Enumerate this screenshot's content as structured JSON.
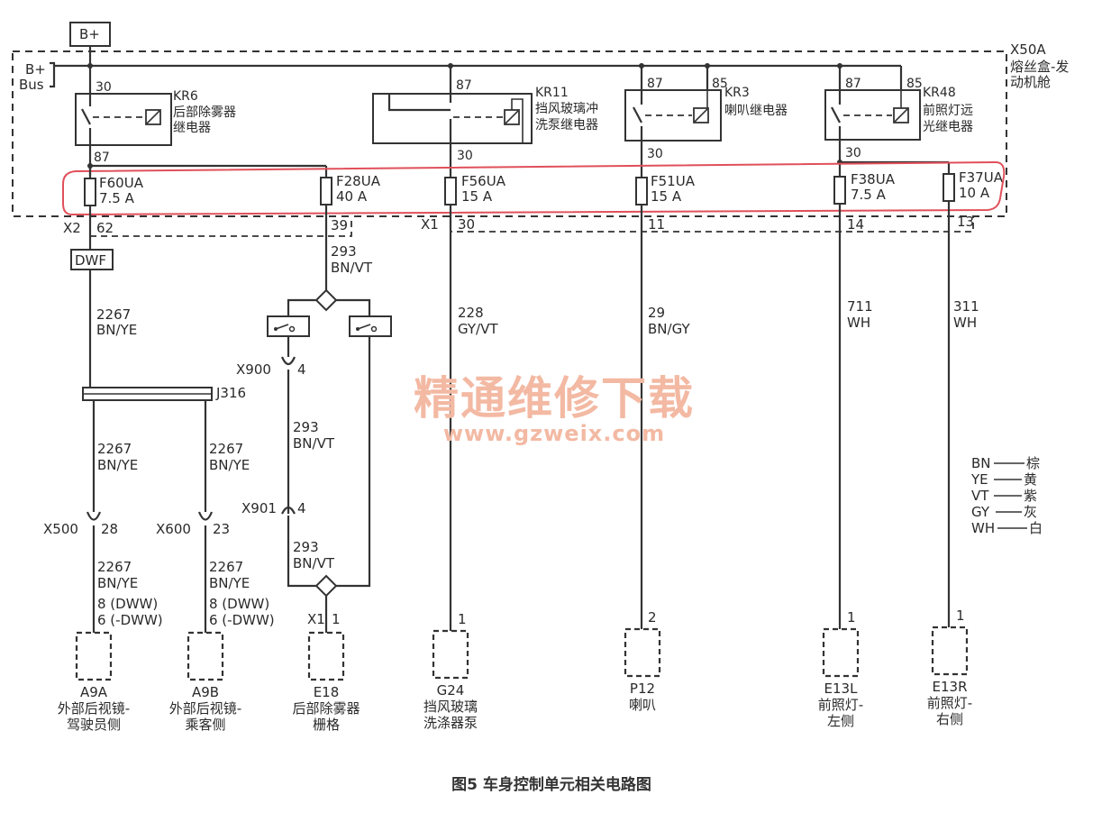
{
  "supply": {
    "bplus": "B+",
    "bus_bplus": "B+",
    "bus": "Bus"
  },
  "fusebox": {
    "id": "X50A",
    "name_line1": "熔丝盒-发",
    "name_line2": "动机舱"
  },
  "relays": [
    {
      "id": "KR6",
      "name_line1": "后部除雾器",
      "name_line2": "继电器",
      "pin_in": "30",
      "pin_out": "87"
    },
    {
      "id": "KR11",
      "name_line1": "挡风玻璃冲",
      "name_line2": "洗泵继电器",
      "pin_in": "87",
      "pin_out": "30"
    },
    {
      "id": "KR3",
      "name_line1": "喇叭继电器",
      "name_line2": "",
      "pin_in": "87",
      "pin_coil": "85",
      "pin_out": "30"
    },
    {
      "id": "KR48",
      "name_line1": "前照灯远",
      "name_line2": "光继电器",
      "pin_in": "87",
      "pin_coil": "85",
      "pin_out": "30"
    }
  ],
  "fuses": [
    {
      "id": "F60UA",
      "rating": "7.5 A"
    },
    {
      "id": "F28UA",
      "rating": "40 A"
    },
    {
      "id": "F56UA",
      "rating": "15 A"
    },
    {
      "id": "F51UA",
      "rating": "15 A"
    },
    {
      "id": "F38UA",
      "rating": "7.5 A"
    },
    {
      "id": "F37UA",
      "rating": "10 A"
    }
  ],
  "connectors": {
    "x2": "X2",
    "x2_pin": "62",
    "x1_top": "X1",
    "pins_top": [
      "39",
      "30",
      "11",
      "14",
      "13"
    ],
    "dwf": "DWF",
    "x900": "X900",
    "x900_pin": "4",
    "x901": "X901",
    "x901_pin": "4",
    "x500": "X500",
    "x500_pin": "28",
    "x600": "X600",
    "x600_pin": "23",
    "x1_bottom": "X1",
    "x1_bottom_pin": "1",
    "j316": "J316"
  },
  "wires": {
    "w2267_num": "2267",
    "w2267_color": "BN/YE",
    "w293_num": "293",
    "w293_color": "BN/VT",
    "w228_num": "228",
    "w228_color": "GY/VT",
    "w29_num": "29",
    "w29_color": "BN/GY",
    "w711_num": "711",
    "w711_color": "WH",
    "w311_num": "311",
    "w311_color": "WH",
    "a9_pins_line1": "8 (DWW)",
    "a9_pins_line2": "6 (-DWW)"
  },
  "components": [
    {
      "id": "A9A",
      "pin": "",
      "name_line1": "外部后视镜-",
      "name_line2": "驾驶员侧"
    },
    {
      "id": "A9B",
      "pin": "",
      "name_line1": "外部后视镜-",
      "name_line2": "乘客侧"
    },
    {
      "id": "E18",
      "pin": "",
      "name_line1": "后部除雾器",
      "name_line2": "栅格"
    },
    {
      "id": "G24",
      "pin": "1",
      "name_line1": "挡风玻璃",
      "name_line2": "洗涤器泵"
    },
    {
      "id": "P12",
      "pin": "2",
      "name_line1": "喇叭",
      "name_line2": ""
    },
    {
      "id": "E13L",
      "pin": "1",
      "name_line1": "前照灯-",
      "name_line2": "左侧"
    },
    {
      "id": "E13R",
      "pin": "1",
      "name_line1": "前照灯-",
      "name_line2": "右侧"
    }
  ],
  "legend": [
    {
      "code": "BN",
      "name": "棕"
    },
    {
      "code": "YE",
      "name": "黄"
    },
    {
      "code": "VT",
      "name": "紫"
    },
    {
      "code": "GY",
      "name": "灰"
    },
    {
      "code": "WH",
      "name": "白"
    }
  ],
  "watermark": {
    "line1": "精通维修下载",
    "line2": "www.gzweix.com"
  },
  "caption": "图5  车身控制单元相关电路图",
  "highlight_color": "#e0505a"
}
